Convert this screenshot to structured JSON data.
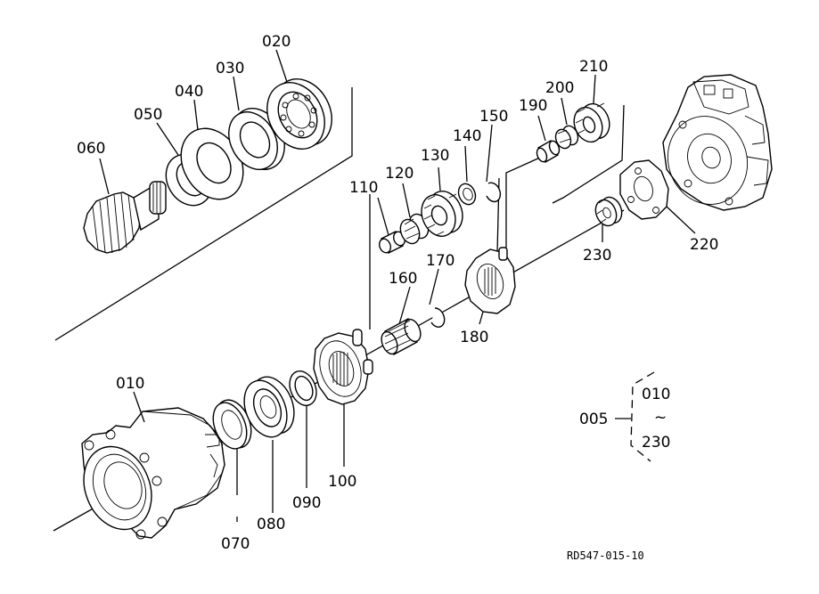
{
  "drawing_code": "RD547-015-10",
  "parts": [
    {
      "id": "p010",
      "number": "010"
    },
    {
      "id": "p020",
      "number": "020"
    },
    {
      "id": "p030",
      "number": "030"
    },
    {
      "id": "p040",
      "number": "040"
    },
    {
      "id": "p050",
      "number": "050"
    },
    {
      "id": "p060",
      "number": "060"
    },
    {
      "id": "p070",
      "number": "070"
    },
    {
      "id": "p080",
      "number": "080"
    },
    {
      "id": "p090",
      "number": "090"
    },
    {
      "id": "p100",
      "number": "100"
    },
    {
      "id": "p110",
      "number": "110"
    },
    {
      "id": "p120",
      "number": "120"
    },
    {
      "id": "p130",
      "number": "130"
    },
    {
      "id": "p140",
      "number": "140"
    },
    {
      "id": "p150",
      "number": "150"
    },
    {
      "id": "p160",
      "number": "160"
    },
    {
      "id": "p170",
      "number": "170"
    },
    {
      "id": "p180",
      "number": "180"
    },
    {
      "id": "p190",
      "number": "190"
    },
    {
      "id": "p200",
      "number": "200"
    },
    {
      "id": "p210",
      "number": "210"
    },
    {
      "id": "p220",
      "number": "220"
    },
    {
      "id": "p230",
      "number": "230"
    }
  ],
  "assembly": {
    "number": "005",
    "range_from": "010",
    "range_sep": "~",
    "range_to": "230"
  }
}
